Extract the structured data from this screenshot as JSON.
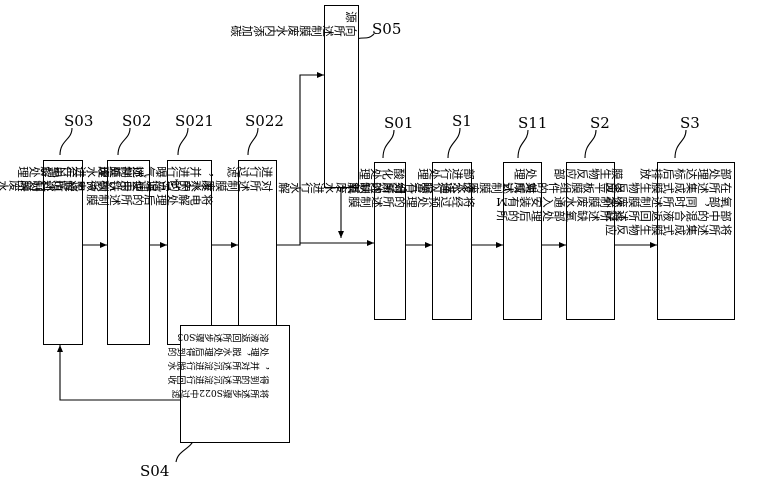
{
  "labels": {
    "s03": "S03",
    "s02": "S02",
    "s021": "S021",
    "s022": "S022",
    "s05": "S05",
    "s01": "S01",
    "s1": "S1",
    "s11": "S11",
    "s2": "S2",
    "s3": "S3",
    "s04": "S04"
  },
  "steps": {
    "s03": [
      "将所述制膜废水的pH值调",
      "至2到3"
    ],
    "s02": [
      "使用铁碳微电解填料对所",
      "述制膜废水进行电解处理"
    ],
    "s021": [
      "将电解处理后的所述制膜",
      "废水的pH值调至6.5到9.5",
      "，并进行曝气搅拌处理"
    ],
    "s022": [
      "对所述制膜废水中的沉淀",
      "进行过滤"
    ],
    "s05": [
      "向所述制膜废水内添加碳",
      "源"
    ],
    "s01": [
      "对所述制膜废水进行水解",
      "酸化处理"
    ],
    "s1": [
      "将经过预处理的所述制膜",
      "废水通入带有细菌的缺氧",
      "部进行处理"
    ],
    "s11": [
      "对所述制膜废水进行曝气",
      "处理"
    ],
    "s2": [
      "将所述缺氧部处理后的所",
      "述制膜废水通入安装有M",
      "BR平板膜组件的集成式",
      "膜生物反应部"
    ],
    "s3": [
      "将所述集成式膜生物反应",
      "部中的混合液返回所述缺",
      "氧部，同时所述制膜废水",
      "在所述集成式膜生物反应",
      "部处理达标后排放"
    ],
    "s04": [
      "将所述步骤S022中过滤",
      "得到的所述沉淀进行回收",
      "，并对所述沉淀进行脱水",
      "处理，脱水处理后得到的",
      "溶液返回所述步骤S03"
    ]
  }
}
